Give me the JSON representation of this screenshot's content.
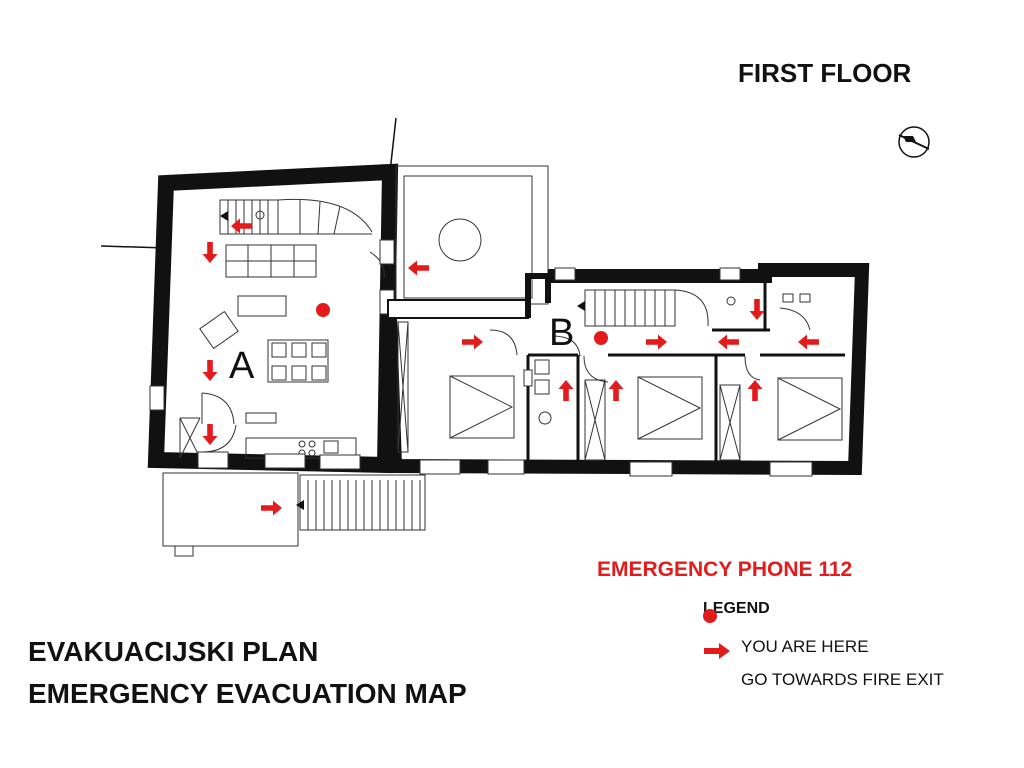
{
  "floor_title": "FIRST FLOOR",
  "plan_title_local": "EVAKUACIJSKI PLAN",
  "plan_title_en": "EMERGENCY EVACUATION MAP",
  "emergency_phone": "EMERGENCY PHONE 112",
  "room_labels": {
    "a": "A",
    "b": "B"
  },
  "legend": {
    "title": "LEGEND",
    "you_are_here": "YOU ARE HERE",
    "fire_exit": "GO TOWARDS FIRE EXIT"
  },
  "colors": {
    "accent": "#e31b1b",
    "wall": "#111111",
    "line": "#333333"
  },
  "icons": {
    "marker": "you-are-here-dot",
    "direction": "exit-direction-arrow",
    "compass": "compass-icon"
  }
}
